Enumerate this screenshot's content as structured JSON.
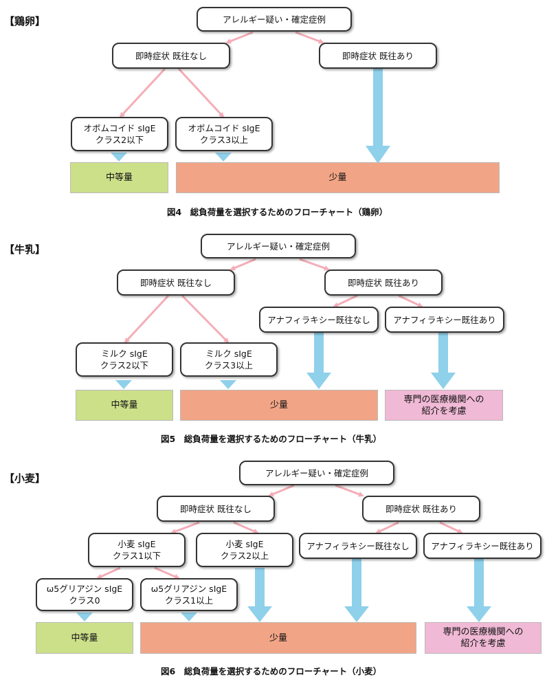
{
  "colors": {
    "pink_arrow": "#f4adb7",
    "blue_arrow": "#8fd0ea",
    "green": "#cce08a",
    "orange": "#f2a586",
    "pink_box": "#f0b9d5"
  },
  "egg": {
    "title": "【鶏卵】",
    "root": "アレルギー疑い・確定症例",
    "no_history": "即時症状 既往なし",
    "history": "即時症状 既往あり",
    "class2": "オボムコイド sIgE\nクラス2以下",
    "class3": "オボムコイド sIgE\nクラス3以上",
    "medium": "中等量",
    "small": "少量",
    "caption": "図4　総負荷量を選択するためのフローチャート（鶏卵）"
  },
  "milk": {
    "title": "【牛乳】",
    "root": "アレルギー疑い・確定症例",
    "no_history": "即時症状 既往なし",
    "history": "即時症状 既往あり",
    "no_anaph": "アナフィラキシー既往なし",
    "anaph": "アナフィラキシー既往あり",
    "class2": "ミルク sIgE\nクラス2以下",
    "class3": "ミルク sIgE\nクラス3以上",
    "medium": "中等量",
    "small": "少量",
    "refer": "専門の医療機関への\n紹介を考慮",
    "caption": "図5　総負荷量を選択するためのフローチャート（牛乳）"
  },
  "wheat": {
    "title": "【小麦】",
    "root": "アレルギー疑い・確定症例",
    "no_history": "即時症状 既往なし",
    "history": "即時症状 既往あり",
    "no_anaph": "アナフィラキシー既往なし",
    "anaph": "アナフィラキシー既往あり",
    "class1": "小麦 sIgE\nクラス1以下",
    "class2": "小麦 sIgE\nクラス2以上",
    "omega0": "ω5グリアジン sIgE\nクラス0",
    "omega1": "ω5グリアジン sIgE\nクラス1以上",
    "medium": "中等量",
    "small": "少量",
    "refer": "専門の医療機関への\n紹介を考慮",
    "caption": "図6　総負荷量を選択するためのフローチャート（小麦）"
  }
}
